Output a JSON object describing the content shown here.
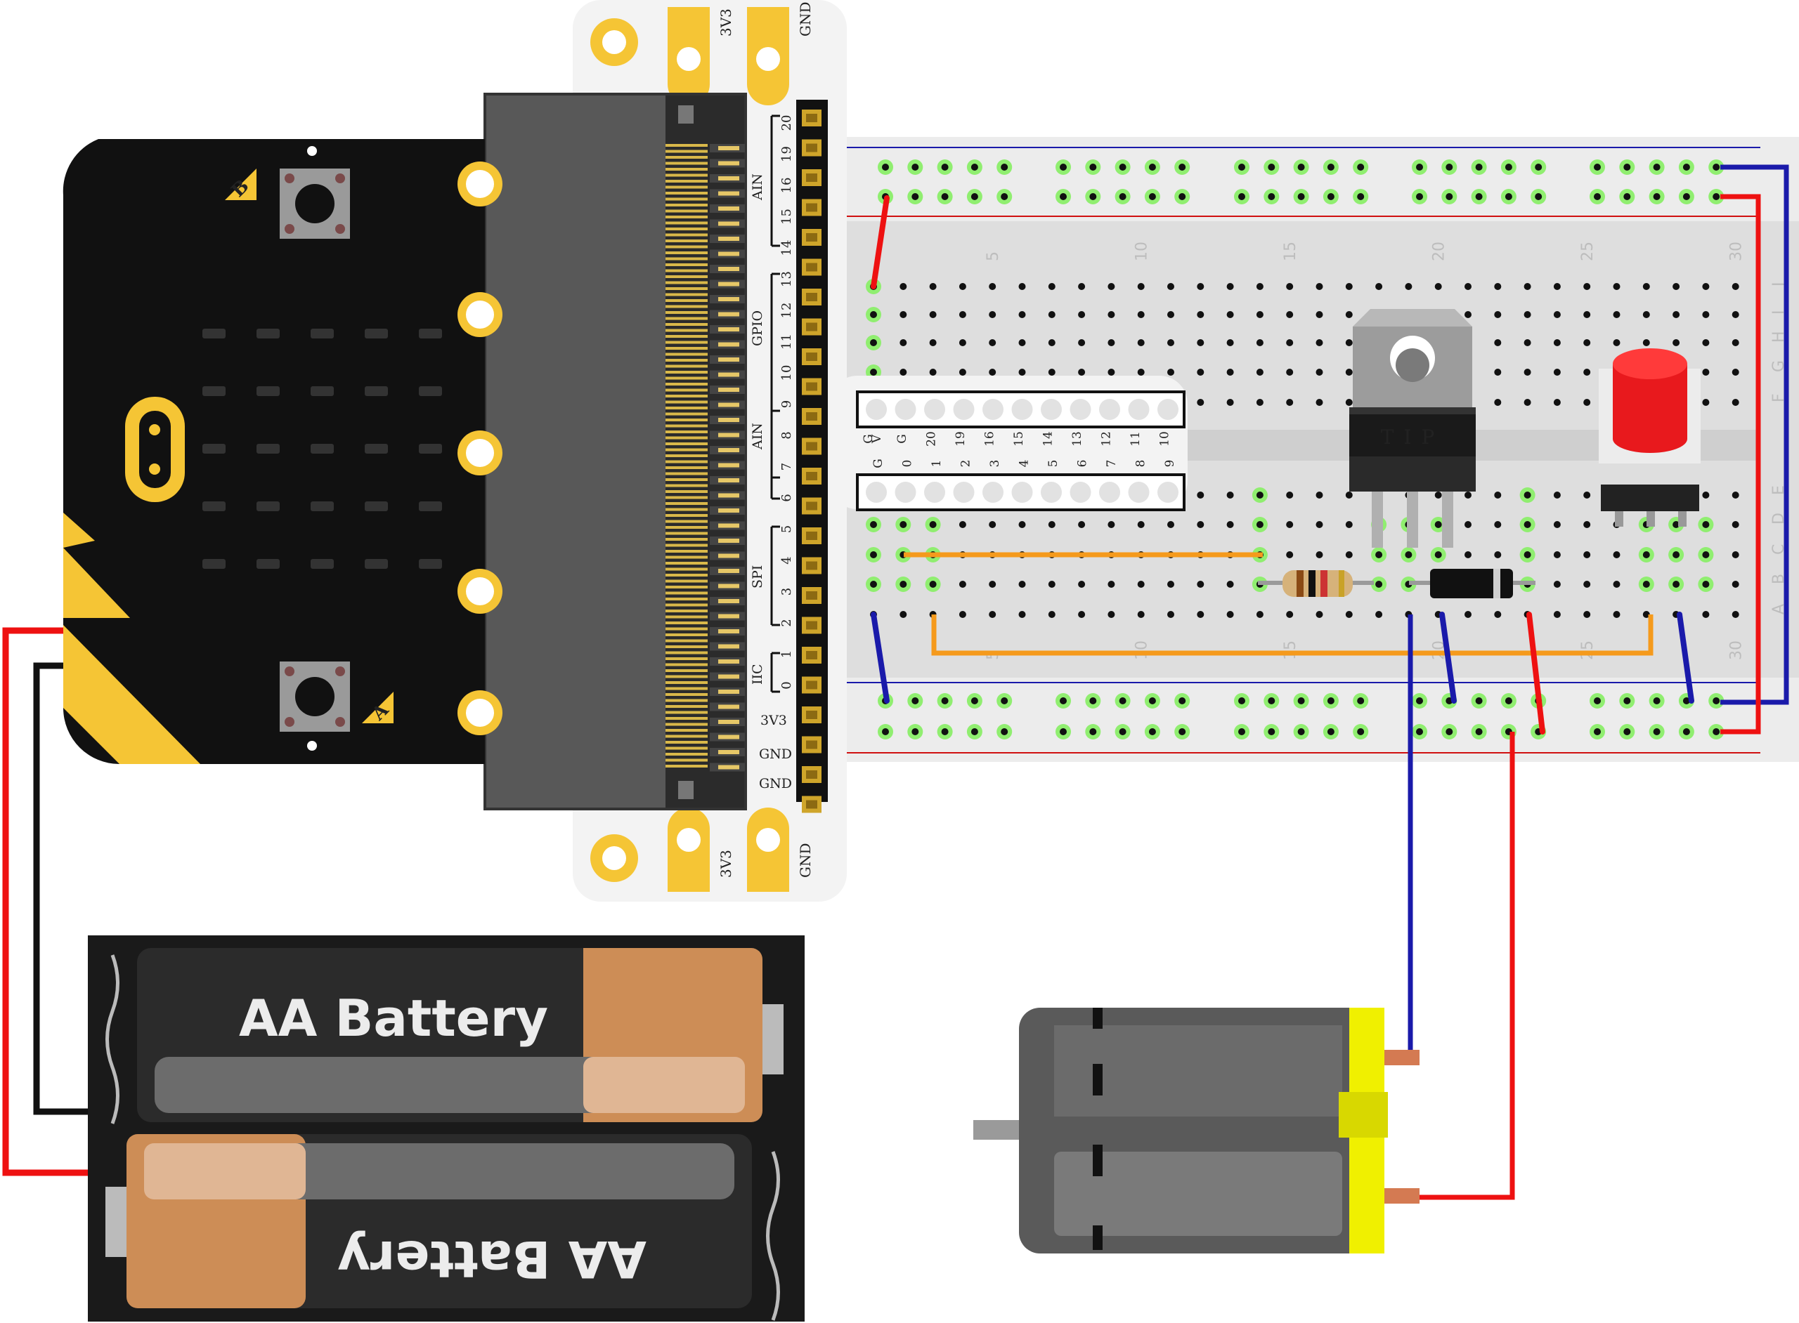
{
  "microbit": {
    "button_a": "A",
    "button_b": "B"
  },
  "adapter": {
    "top_pad_labels": [
      "3V3",
      "GND"
    ],
    "bottom_pad_labels": [
      "3V3",
      "GND"
    ],
    "group_labels": [
      "AIN",
      "GPIO",
      "AIN",
      "SPI",
      "IIC"
    ],
    "pin_numbers": [
      "20",
      "19",
      "16",
      "15",
      "14",
      "13",
      "12",
      "11",
      "10",
      "9",
      "8",
      "7",
      "6",
      "5",
      "4",
      "3",
      "2",
      "1",
      "0"
    ],
    "bottom_pins": [
      "3V3",
      "GND",
      "GND"
    ],
    "header_row1": [
      "G",
      "V",
      "G",
      "20",
      "19",
      "16",
      "15",
      "14",
      "13",
      "12",
      "11",
      "10"
    ],
    "header_row2": [
      "G",
      "0",
      "1",
      "2",
      "3",
      "4",
      "5",
      "6",
      "7",
      "8",
      "9"
    ]
  },
  "breadboard": {
    "column_numbers": [
      "5",
      "10",
      "15",
      "20",
      "25",
      "30"
    ],
    "row_letters_top": [
      "J",
      "I",
      "H",
      "G",
      "F"
    ],
    "row_letters_bottom": [
      "E",
      "D",
      "C",
      "B",
      "A"
    ]
  },
  "transistor": {
    "label": "TIP"
  },
  "battery": {
    "top_label": "AA Battery",
    "bottom_label": "AA Battery"
  },
  "colors": {
    "wire_red": "#ee1111",
    "wire_blue": "#1a1aaa",
    "wire_orange": "#f59a1c",
    "wire_black": "#111111",
    "microbit_gold": "#f5c535",
    "led_red": "#e8191d",
    "motor_yellow": "#f0f000"
  }
}
